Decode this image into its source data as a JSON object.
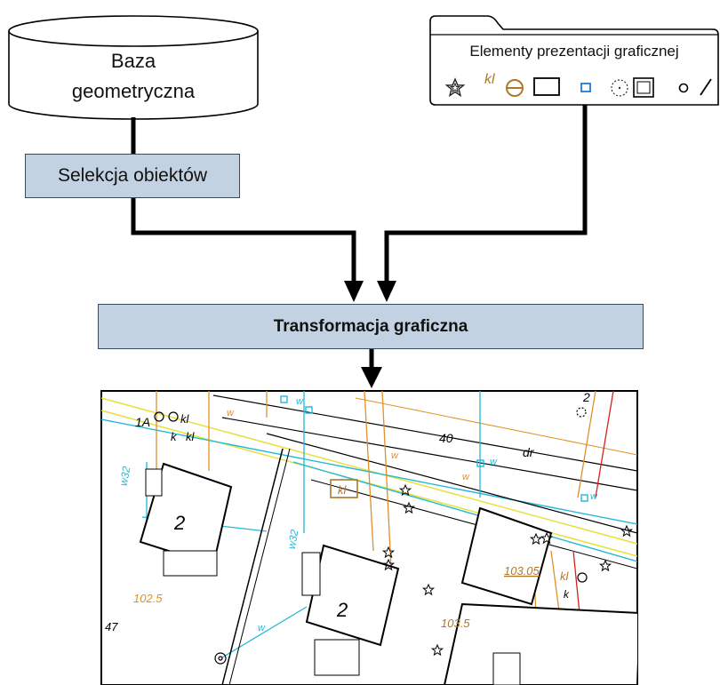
{
  "database": {
    "line1": "Baza",
    "line2": "geometryczna"
  },
  "selection": {
    "label": "Selekcja obiektów"
  },
  "legend_panel": {
    "title": "Elementy prezentacji graficznej",
    "icons": [
      "star-icon",
      "kl-symbol-icon",
      "circle-minus-icon",
      "rectangle-icon",
      "small-cyan-square-icon",
      "dashed-circle-icon",
      "double-square-icon",
      "small-circle-icon",
      "slash-line-icon"
    ],
    "kl_text": "kl"
  },
  "transformation": {
    "label": "Transformacja graficzna"
  },
  "map": {
    "labels": [
      "1A",
      "kl",
      "k",
      "kl",
      "w32",
      "40",
      "dr",
      "2",
      "w",
      "w",
      "2",
      "kl",
      "w32",
      "2",
      "w",
      "103.05",
      "kl",
      "k",
      "102.5",
      "103.5",
      "47",
      "w",
      "w",
      "w",
      "w"
    ],
    "colors": {
      "orange": "#e0902a",
      "cyan": "#22b8d8",
      "yellow": "#e8e03a",
      "red": "#d82020"
    }
  },
  "colors": {
    "box_fill": "#c3d2e2",
    "box_border": "#3b4a5c",
    "line": "#000000"
  }
}
